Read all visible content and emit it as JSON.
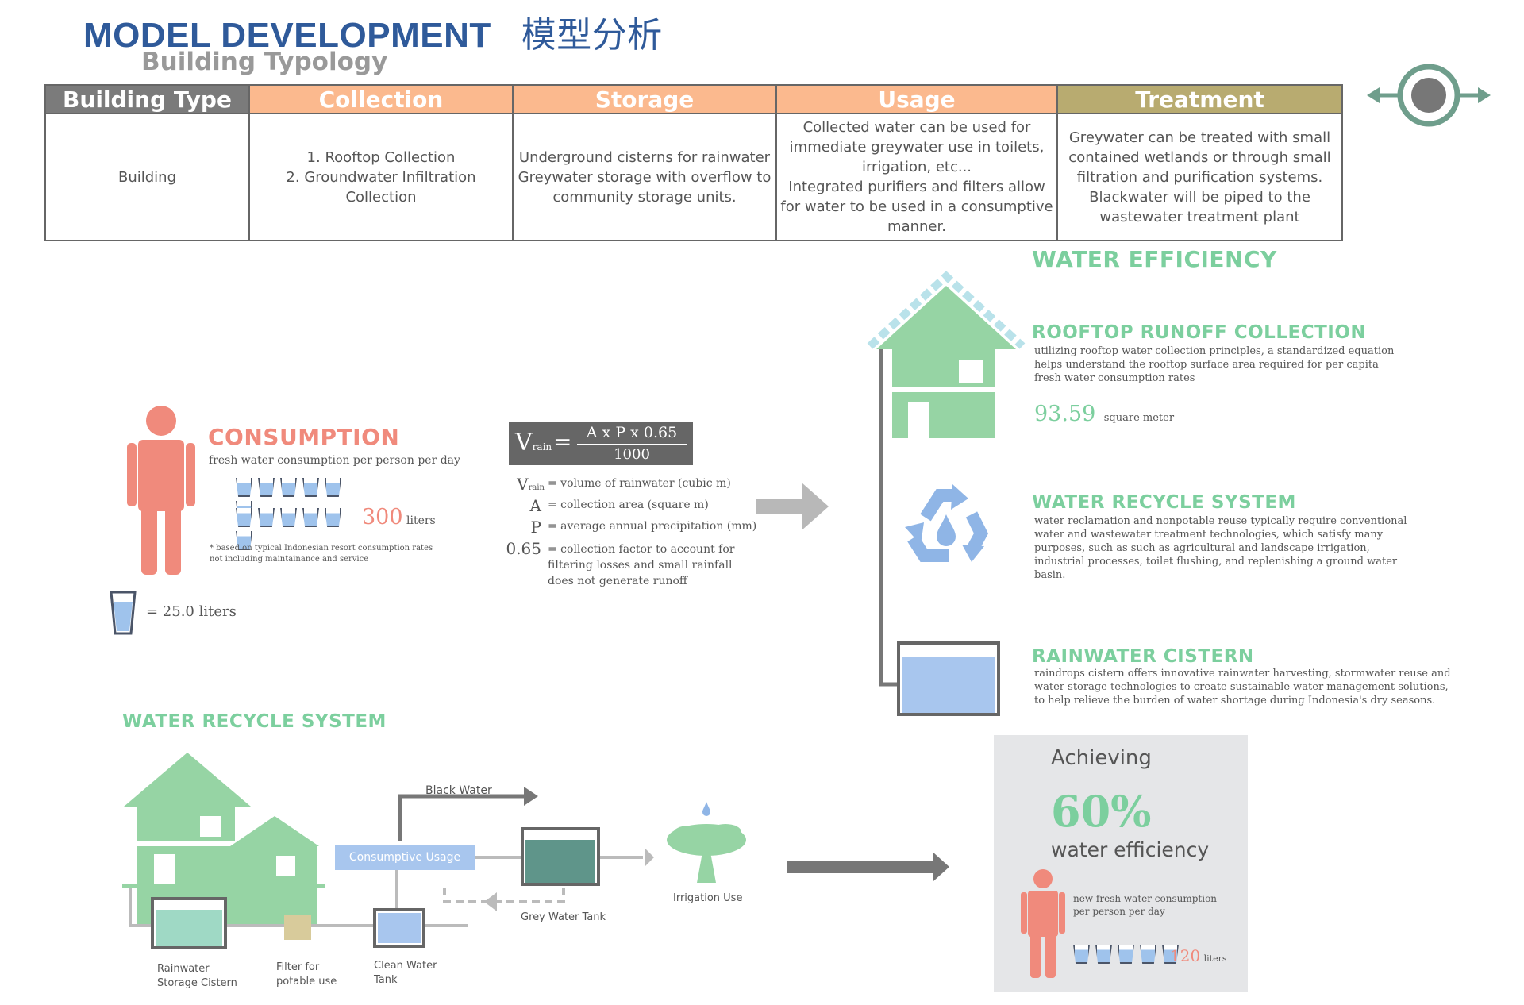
{
  "header": {
    "title": "MODEL DEVELOPMENT",
    "title_cn": "模型分析",
    "subtitle": "Building Typology"
  },
  "table": {
    "headers": [
      "Building Type",
      "Collection",
      "Storage",
      "Usage",
      "Treatment"
    ],
    "row": {
      "type": "Building",
      "collection": "1. Rooftop Collection\n2. Groundwater Infiltration Collection",
      "storage": "Underground cisterns for rainwater Greywater storage with overflow to community storage units.",
      "usage": "Collected water can be used for immediate greywater use in toilets, irrigation, etc...\nIntegrated purifiers and filters allow for water to be used in a consumptive manner.",
      "treatment": "Greywater can be treated with small contained wetlands or through small filtration and purification systems. Blackwater will be piped to the wastewater treatment plant"
    }
  },
  "consumption": {
    "heading": "CONSUMPTION",
    "desc": "fresh water consumption per person per day",
    "value": "300",
    "unit": "liters",
    "footnote": "* based on typical Indonesian resort consumption rates\nnot including maintainance and service",
    "cup_count": 12,
    "legend": "= 25.0 liters"
  },
  "formula": {
    "lhs": "V",
    "lhs_sub": "rain",
    "eq": "=",
    "numerator": "A x P x 0.65",
    "denominator": "1000",
    "defs": [
      {
        "sym": "V",
        "sub": "rain",
        "text": "= volume of rainwater (cubic m)"
      },
      {
        "sym": "A",
        "sub": "",
        "text": "= collection area (square m)"
      },
      {
        "sym": "P",
        "sub": "",
        "text": "= average annual precipitation (mm)"
      },
      {
        "sym": "0.65",
        "sub": "",
        "text": "= collection factor to account for filtering losses and small rainfall does not generate runoff"
      }
    ]
  },
  "efficiency": {
    "heading": "WATER EFFICIENCY",
    "rooftop": {
      "title": "ROOFTOP RUNOFF COLLECTION",
      "desc": "utilizing rooftop water collection principles, a standardized equation helps understand the rooftop surface area required for per capita fresh water consumption rates",
      "value": "93.59",
      "unit": "square meter"
    },
    "recycle": {
      "title": "WATER RECYCLE SYSTEM",
      "desc": "water reclamation and nonpotable reuse typically require conventional water and wastewater treatment technologies, which satisfy many purposes, such as such as agricultural and landscape irrigation, industrial processes, toilet flushing, and replenishing a ground water basin."
    },
    "cistern": {
      "title": "RAINWATER CISTERN",
      "desc": "raindrops cistern offers innovative rainwater harvesting, stormwater reuse and water storage technologies to create sustainable water management solutions, to help relieve the burden of water shortage during Indonesia's dry seasons."
    }
  },
  "recycle_system": {
    "heading": "WATER RECYCLE SYSTEM",
    "labels": {
      "black_water": "Black Water",
      "consumptive": "Consumptive Usage",
      "grey_tank": "Grey Water Tank",
      "irrigation": "Irrigation Use",
      "rain_cistern": "Rainwater\nStorage Cistern",
      "filter": "Filter for\npotable use",
      "clean_tank": "Clean Water\nTank"
    }
  },
  "achieving": {
    "label": "Achieving",
    "percent": "60%",
    "subtitle": "water efficiency",
    "desc": "new fresh water consumption\nper person per day",
    "value": "120",
    "unit": "liters",
    "cup_count": 5
  },
  "colors": {
    "title_blue": "#2f5a9a",
    "green": "#7ccf9e",
    "house_green": "#96d4a4",
    "salmon": "#f08a7c",
    "peach": "#fbb98e",
    "khaki": "#b8ab70",
    "water_blue": "#a8c6ee",
    "teal_icon": "#6f9e8c"
  }
}
